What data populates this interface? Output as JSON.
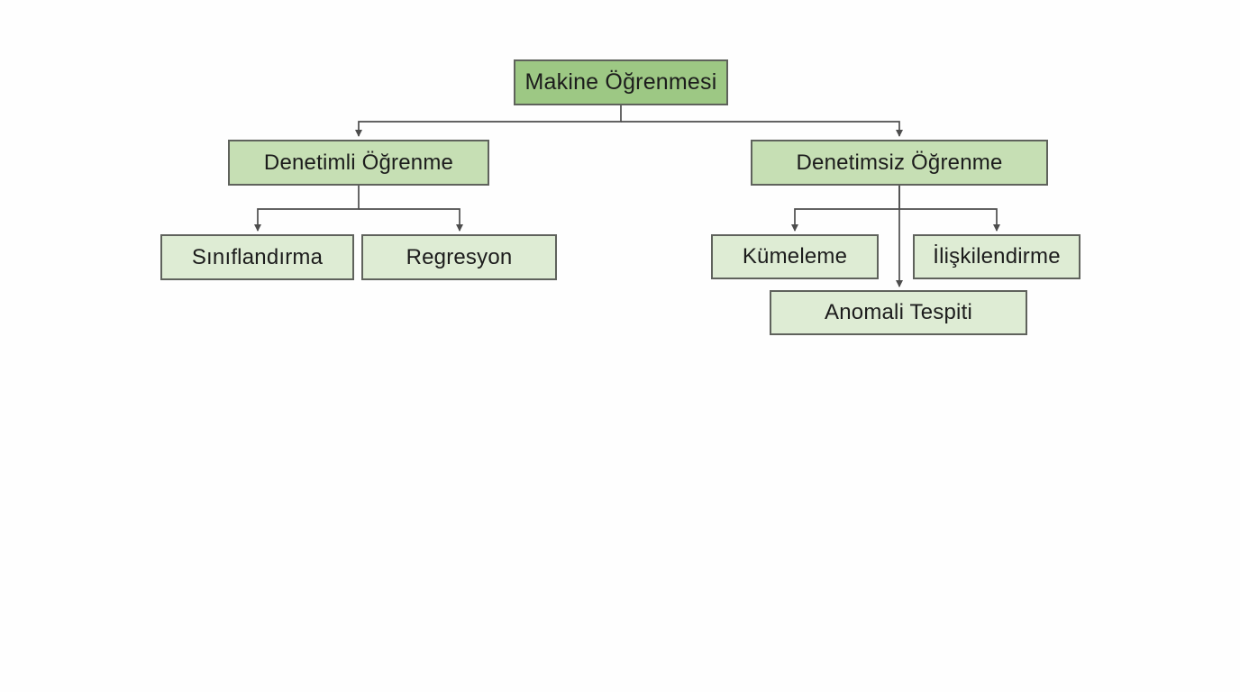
{
  "diagram": {
    "type": "flowchart",
    "language": "tr",
    "topic": "Machine Learning taxonomy",
    "nodes": {
      "root": {
        "label": "Makine Öğrenmesi",
        "level": 1
      },
      "supervised": {
        "label": "Denetimli Öğrenme",
        "level": 2
      },
      "unsupervised": {
        "label": "Denetimsiz Öğrenme",
        "level": 2
      },
      "classification": {
        "label": "Sınıflandırma",
        "level": 3
      },
      "regression": {
        "label": "Regresyon",
        "level": 3
      },
      "clustering": {
        "label": "Kümeleme",
        "level": 3
      },
      "association": {
        "label": "İlişkilendirme",
        "level": 3
      },
      "anomaly_detection": {
        "label": "Anomali Tespiti",
        "level": 3
      }
    },
    "edges": [
      {
        "from": "root",
        "to": "supervised"
      },
      {
        "from": "root",
        "to": "unsupervised"
      },
      {
        "from": "supervised",
        "to": "classification"
      },
      {
        "from": "supervised",
        "to": "regression"
      },
      {
        "from": "unsupervised",
        "to": "clustering"
      },
      {
        "from": "unsupervised",
        "to": "association"
      },
      {
        "from": "unsupervised",
        "to": "anomaly_detection"
      }
    ],
    "colors": {
      "level1_fill": "#9dc884",
      "level2_fill": "#c6dfb4",
      "level3_fill": "#deecd4",
      "box_border": "#5f625c",
      "connector": "#4d4d4d",
      "text": "#1c1c1c",
      "background": "#fefefe"
    }
  }
}
